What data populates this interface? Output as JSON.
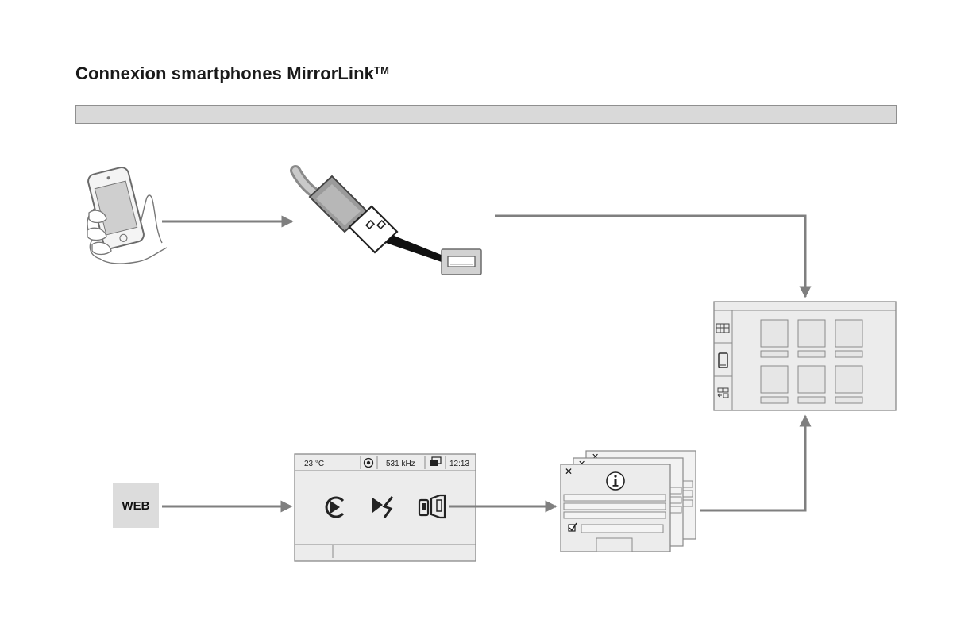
{
  "title": {
    "main": "Connexion smartphones MirrorLink",
    "trademark": "TM"
  },
  "web_box": {
    "label": "WEB"
  },
  "radio_screen": {
    "temperature": "23 °C",
    "frequency": "531 kHz",
    "time": "12:13"
  },
  "colors": {
    "arrow": "#7f7f7f",
    "panel_fill": "#ececec",
    "panel_stroke": "#8a8a8a",
    "header_bar": "#d9d9d9",
    "web_box": "#dcdcdc"
  },
  "icons": [
    "smartphone-in-hand-icon",
    "usb-plug-icon",
    "usb-port-icon",
    "play-source-icon",
    "ds-brand-icon",
    "mirrorlink-icon",
    "info-icon",
    "close-icon",
    "checkbox-icon",
    "grid-apps-icon",
    "phone-icon",
    "apps-arrange-icon",
    "radio-icon",
    "messages-icon"
  ]
}
